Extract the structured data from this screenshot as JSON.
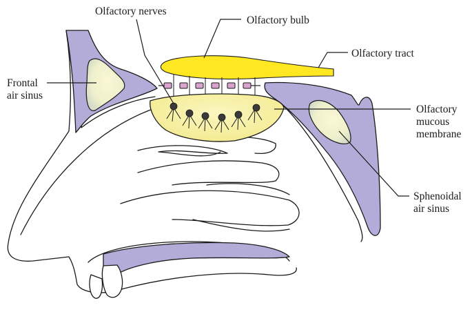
{
  "labels": {
    "olfactory_nerves": "Olfactory nerves",
    "olfactory_bulb": "Olfactory bulb",
    "olfactory_tract": "Olfactory tract",
    "frontal_line1": "Frontal",
    "frontal_line2": "air sinus",
    "mucous_line1": "Olfactory",
    "mucous_line2": "mucous",
    "mucous_line3": "membrane",
    "sphenoidal_line1": "Sphenoidal",
    "sphenoidal_line2": "air sinus"
  },
  "colors": {
    "bone": "#b3acd8",
    "olfactory_bulb": "#ffe822",
    "mucosa": "#f7ef9a",
    "sinus_fill": "#f3f0c8",
    "cribriform_holes": "#d9a3cf",
    "cells": "#3a3a3a"
  }
}
